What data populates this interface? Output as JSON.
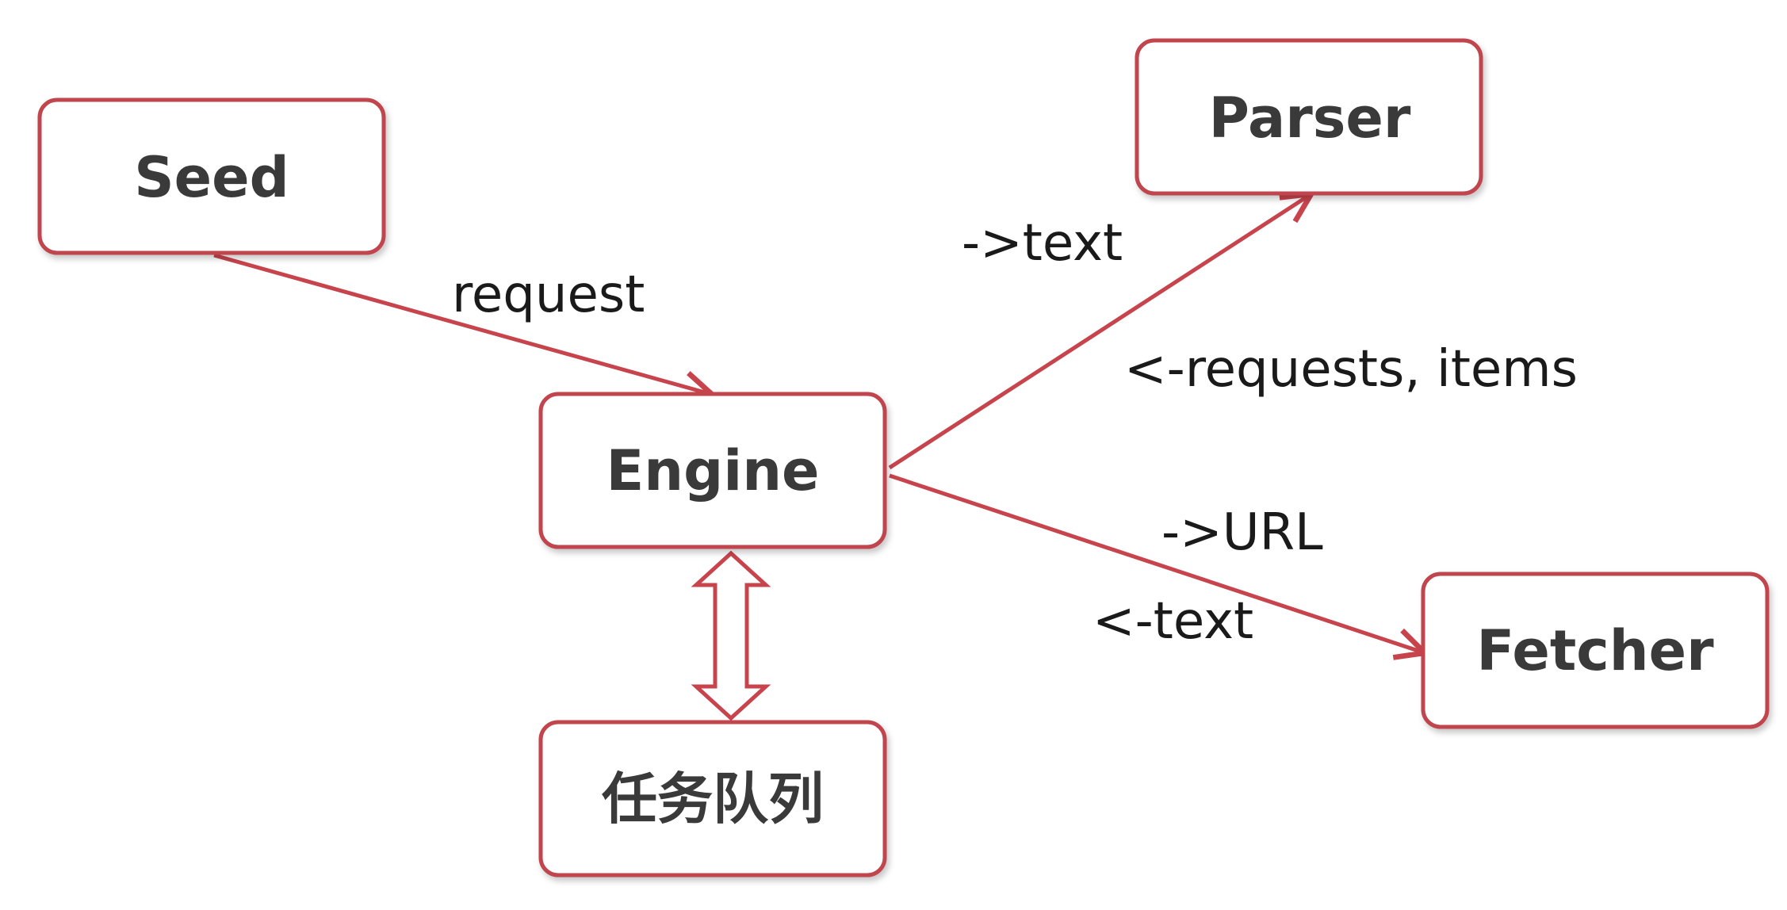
{
  "nodes": {
    "seed": "Seed",
    "engine": "Engine",
    "parser": "Parser",
    "fetcher": "Fetcher",
    "queue": "任务队列"
  },
  "edges": {
    "seed_to_engine": "request",
    "engine_to_parser": "->text",
    "parser_to_engine": "<-requests, items",
    "engine_to_fetcher": "->URL",
    "fetcher_to_engine": "<-text"
  },
  "colors": {
    "border": "#c0454e",
    "arrow": "#c8444d",
    "label": "#3a3a3a"
  }
}
